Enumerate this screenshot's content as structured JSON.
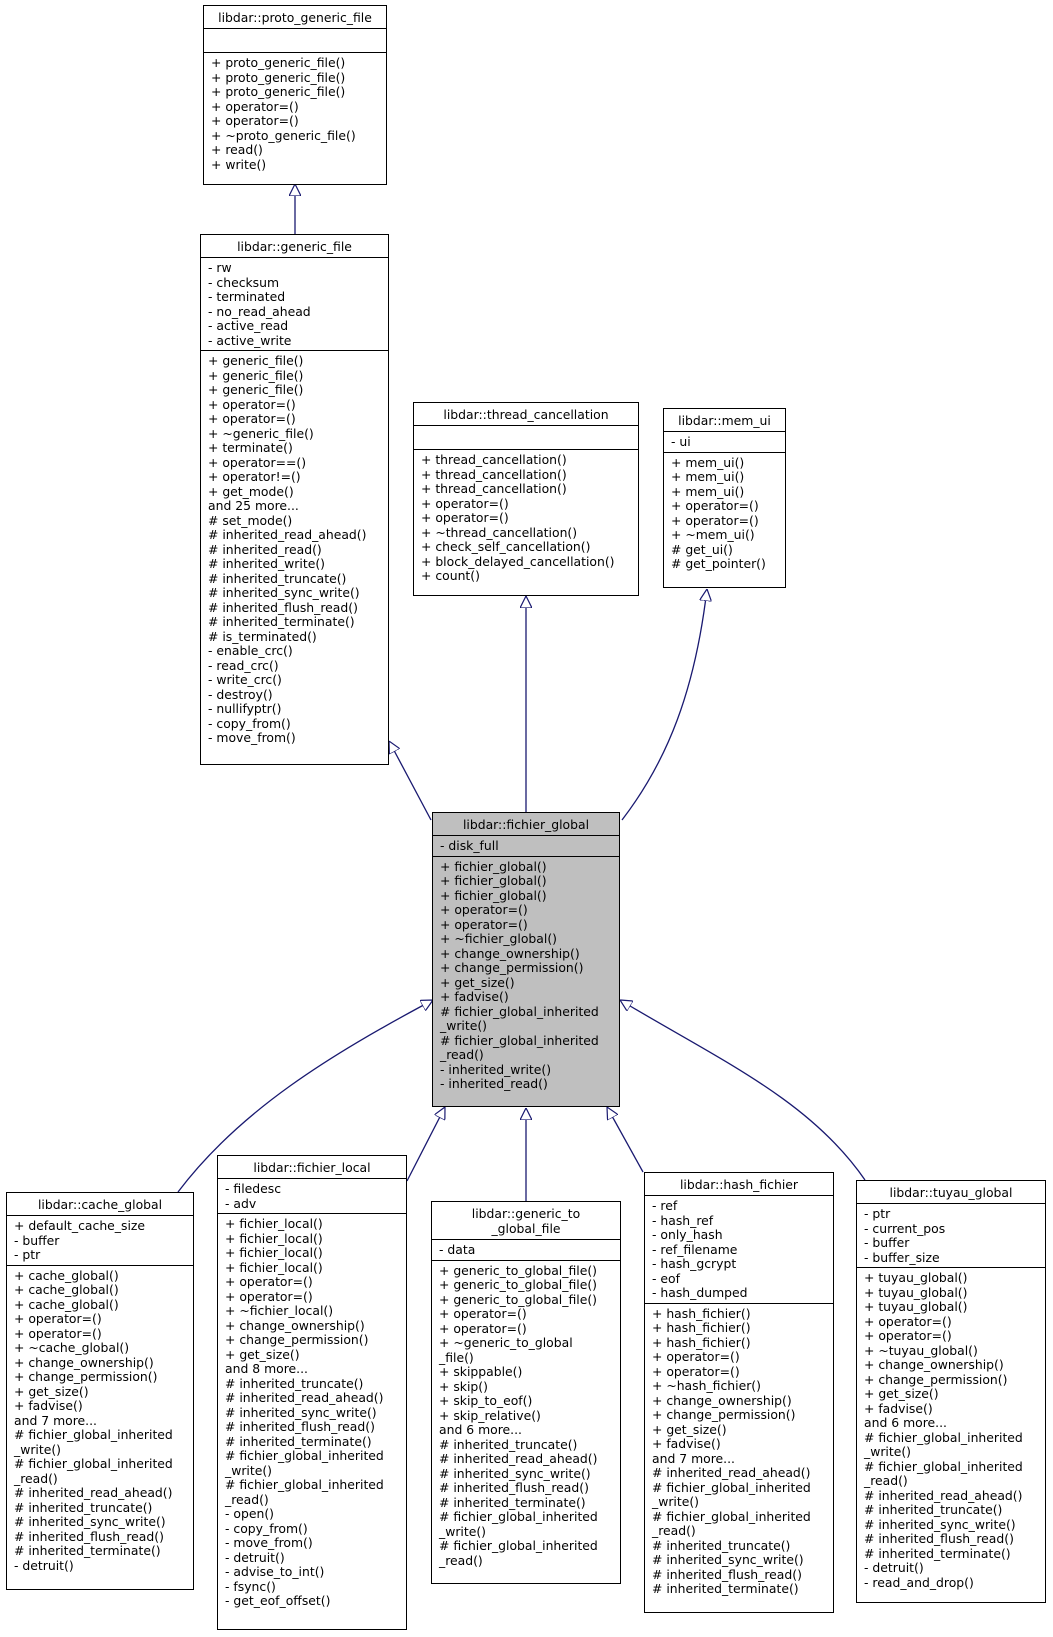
{
  "classes": [
    {
      "id": "proto_generic_file",
      "title": [
        "libdar::proto_generic_file"
      ],
      "attributes": [],
      "operations": [
        "+ proto_generic_file()",
        "+ proto_generic_file()",
        "+ proto_generic_file()",
        "+ operator=()",
        "+ operator=()",
        "+ ~proto_generic_file()",
        "+ read()",
        "+ write()"
      ]
    },
    {
      "id": "generic_file",
      "title": [
        "libdar::generic_file"
      ],
      "attributes": [
        "- rw",
        "- checksum",
        "- terminated",
        "- no_read_ahead",
        "- active_read",
        "- active_write"
      ],
      "operations": [
        "+ generic_file()",
        "+ generic_file()",
        "+ generic_file()",
        "+ operator=()",
        "+ operator=()",
        "+ ~generic_file()",
        "+ terminate()",
        "+ operator==()",
        "+ operator!=()",
        "+ get_mode()",
        "and 25 more...",
        "# set_mode()",
        "# inherited_read_ahead()",
        "# inherited_read()",
        "# inherited_write()",
        "# inherited_truncate()",
        "# inherited_sync_write()",
        "# inherited_flush_read()",
        "# inherited_terminate()",
        "# is_terminated()",
        "- enable_crc()",
        "- read_crc()",
        "- write_crc()",
        "- destroy()",
        "- nullifyptr()",
        "- copy_from()",
        "- move_from()"
      ]
    },
    {
      "id": "thread_cancellation",
      "title": [
        "libdar::thread_cancellation"
      ],
      "attributes": [],
      "operations": [
        "+ thread_cancellation()",
        "+ thread_cancellation()",
        "+ thread_cancellation()",
        "+ operator=()",
        "+ operator=()",
        "+ ~thread_cancellation()",
        "+ check_self_cancellation()",
        "+ block_delayed_cancellation()",
        "+ count()"
      ]
    },
    {
      "id": "mem_ui",
      "title": [
        "libdar::mem_ui"
      ],
      "attributes": [
        "- ui"
      ],
      "operations": [
        "+ mem_ui()",
        "+ mem_ui()",
        "+ mem_ui()",
        "+ operator=()",
        "+ operator=()",
        "+ ~mem_ui()",
        "# get_ui()",
        "# get_pointer()"
      ]
    },
    {
      "id": "fichier_global",
      "title": [
        "libdar::fichier_global"
      ],
      "attributes": [
        "- disk_full"
      ],
      "operations": [
        "+ fichier_global()",
        "+ fichier_global()",
        "+ fichier_global()",
        "+ operator=()",
        "+ operator=()",
        "+ ~fichier_global()",
        "+ change_ownership()",
        "+ change_permission()",
        "+ get_size()",
        "+ fadvise()",
        "# fichier_global_inherited",
        "_write()",
        "# fichier_global_inherited",
        "_read()",
        "- inherited_write()",
        "- inherited_read()"
      ]
    },
    {
      "id": "cache_global",
      "title": [
        "libdar::cache_global"
      ],
      "attributes": [
        "+ default_cache_size",
        "- buffer",
        "- ptr"
      ],
      "operations": [
        "+ cache_global()",
        "+ cache_global()",
        "+ cache_global()",
        "+ operator=()",
        "+ operator=()",
        "+ ~cache_global()",
        "+ change_ownership()",
        "+ change_permission()",
        "+ get_size()",
        "+ fadvise()",
        "and 7 more...",
        "# fichier_global_inherited",
        "_write()",
        "# fichier_global_inherited",
        "_read()",
        "# inherited_read_ahead()",
        "# inherited_truncate()",
        "# inherited_sync_write()",
        "# inherited_flush_read()",
        "# inherited_terminate()",
        "- detruit()"
      ]
    },
    {
      "id": "fichier_local",
      "title": [
        "libdar::fichier_local"
      ],
      "attributes": [
        "- filedesc",
        "- adv"
      ],
      "operations": [
        "+ fichier_local()",
        "+ fichier_local()",
        "+ fichier_local()",
        "+ fichier_local()",
        "+ operator=()",
        "+ operator=()",
        "+ ~fichier_local()",
        "+ change_ownership()",
        "+ change_permission()",
        "+ get_size()",
        "and 8 more...",
        "# inherited_truncate()",
        "# inherited_read_ahead()",
        "# inherited_sync_write()",
        "# inherited_flush_read()",
        "# inherited_terminate()",
        "# fichier_global_inherited",
        "_write()",
        "# fichier_global_inherited",
        "_read()",
        "- open()",
        "- copy_from()",
        "- move_from()",
        "- detruit()",
        "- advise_to_int()",
        "- fsync()",
        "- get_eof_offset()"
      ]
    },
    {
      "id": "generic_to_global_file",
      "title": [
        "libdar::generic_to",
        "_global_file"
      ],
      "attributes": [
        "- data"
      ],
      "operations": [
        "+ generic_to_global_file()",
        "+ generic_to_global_file()",
        "+ generic_to_global_file()",
        "+ operator=()",
        "+ operator=()",
        "+ ~generic_to_global",
        "_file()",
        "+ skippable()",
        "+ skip()",
        "+ skip_to_eof()",
        "+ skip_relative()",
        "and 6 more...",
        "# inherited_truncate()",
        "# inherited_read_ahead()",
        "# inherited_sync_write()",
        "# inherited_flush_read()",
        "# inherited_terminate()",
        "# fichier_global_inherited",
        "_write()",
        "# fichier_global_inherited",
        "_read()"
      ]
    },
    {
      "id": "hash_fichier",
      "title": [
        "libdar::hash_fichier"
      ],
      "attributes": [
        "- ref",
        "- hash_ref",
        "- only_hash",
        "- ref_filename",
        "- hash_gcrypt",
        "- eof",
        "- hash_dumped"
      ],
      "operations": [
        "+ hash_fichier()",
        "+ hash_fichier()",
        "+ hash_fichier()",
        "+ operator=()",
        "+ operator=()",
        "+ ~hash_fichier()",
        "+ change_ownership()",
        "+ change_permission()",
        "+ get_size()",
        "+ fadvise()",
        "and 7 more...",
        "# inherited_read_ahead()",
        "# fichier_global_inherited",
        "_write()",
        "# fichier_global_inherited",
        "_read()",
        "# inherited_truncate()",
        "# inherited_sync_write()",
        "# inherited_flush_read()",
        "# inherited_terminate()"
      ]
    },
    {
      "id": "tuyau_global",
      "title": [
        "libdar::tuyau_global"
      ],
      "attributes": [
        "- ptr",
        "- current_pos",
        "- buffer",
        "- buffer_size"
      ],
      "operations": [
        "+ tuyau_global()",
        "+ tuyau_global()",
        "+ tuyau_global()",
        "+ operator=()",
        "+ operator=()",
        "+ ~tuyau_global()",
        "+ change_ownership()",
        "+ change_permission()",
        "+ get_size()",
        "+ fadvise()",
        "and 6 more...",
        "# fichier_global_inherited",
        "_write()",
        "# fichier_global_inherited",
        "_read()",
        "# inherited_read_ahead()",
        "# inherited_truncate()",
        "# inherited_sync_write()",
        "# inherited_flush_read()",
        "# inherited_terminate()",
        "- detruit()",
        "- read_and_drop()"
      ]
    }
  ],
  "relations": [
    {
      "type": "inheritance",
      "from": "generic_file",
      "to": "proto_generic_file"
    },
    {
      "type": "inheritance",
      "from": "fichier_global",
      "to": "generic_file"
    },
    {
      "type": "inheritance",
      "from": "fichier_global",
      "to": "thread_cancellation"
    },
    {
      "type": "inheritance",
      "from": "fichier_global",
      "to": "mem_ui"
    },
    {
      "type": "inheritance",
      "from": "cache_global",
      "to": "fichier_global"
    },
    {
      "type": "inheritance",
      "from": "fichier_local",
      "to": "fichier_global"
    },
    {
      "type": "inheritance",
      "from": "generic_to_global_file",
      "to": "fichier_global"
    },
    {
      "type": "inheritance",
      "from": "hash_fichier",
      "to": "fichier_global"
    },
    {
      "type": "inheritance",
      "from": "tuyau_global",
      "to": "fichier_global"
    }
  ],
  "colors": {
    "edge": "#191970",
    "focus_fill": "#bfbfbf",
    "box_fill": "#ffffff",
    "border": "#000000"
  }
}
